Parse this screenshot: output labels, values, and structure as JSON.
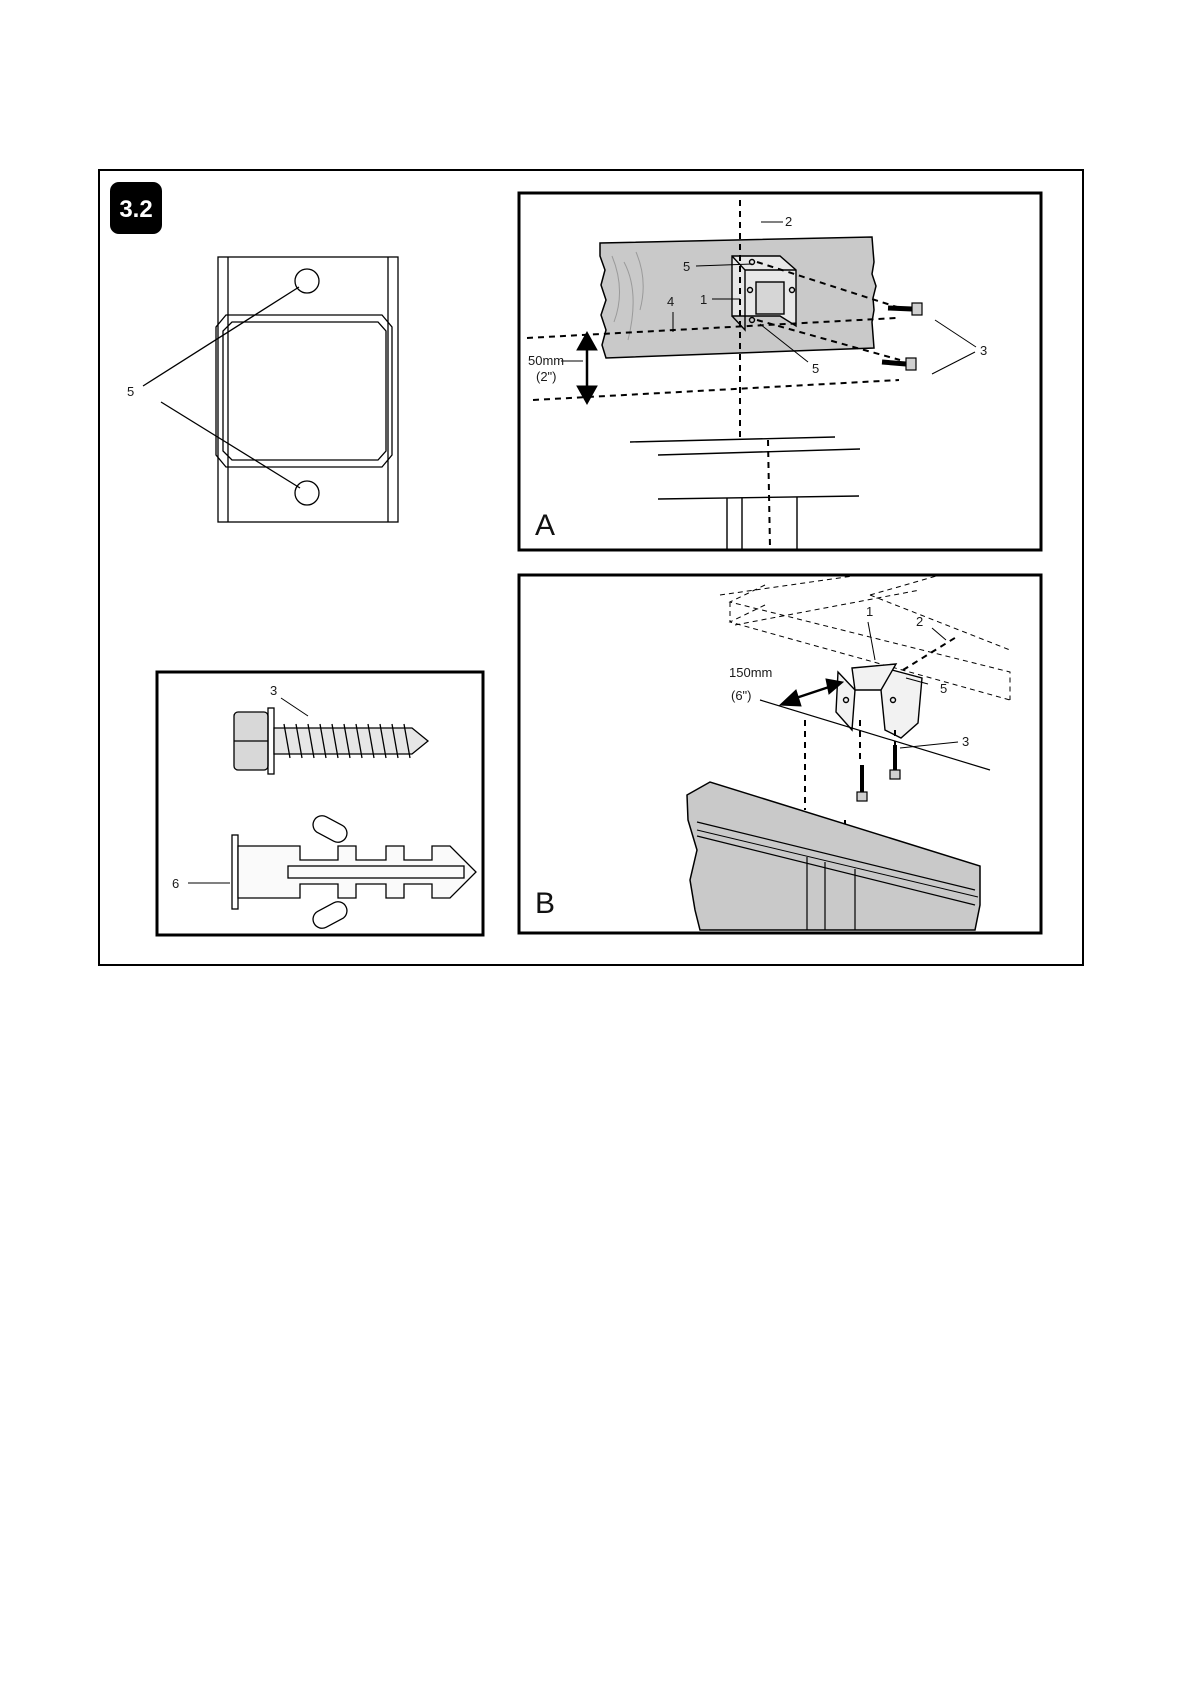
{
  "figure": {
    "step_badge": "3.2"
  },
  "bracket_detail": {
    "hole_callout": "5"
  },
  "hardware_detail": {
    "screw_callout": "3",
    "plug_callout": "6"
  },
  "panel_a": {
    "letter": "A",
    "callouts": {
      "bracket": "1",
      "centerline": "2",
      "screws": "3",
      "line": "4",
      "holes": "5"
    },
    "offset_mm": "50mm",
    "offset_in": "(2\")"
  },
  "panel_b": {
    "letter": "B",
    "callouts": {
      "bracket": "1",
      "centerline": "2",
      "screws": "3",
      "holes": "5"
    },
    "offset_mm": "150mm",
    "offset_in": "(6\")"
  }
}
